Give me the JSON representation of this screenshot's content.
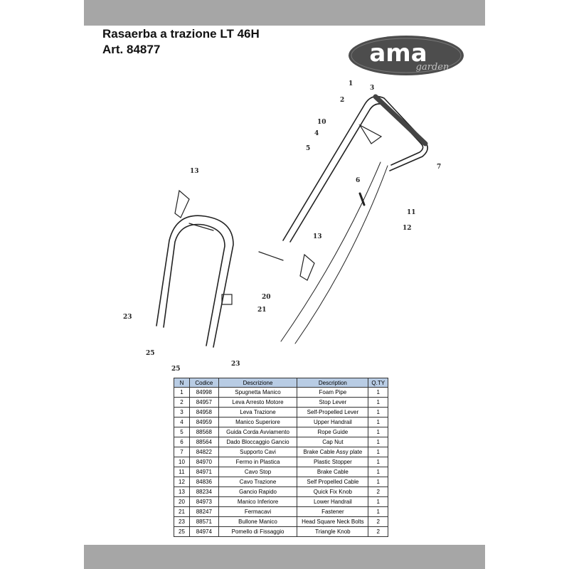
{
  "header": {
    "title_line1": "Rasaerba a trazione LT 46H",
    "title_line2": "Art. 84877"
  },
  "logo": {
    "brand": "ama",
    "sub": "garden",
    "bg_color": "#4d4d4d",
    "text_color": "#ffffff"
  },
  "diagram_labels": [
    "1",
    "2",
    "3",
    "4",
    "5",
    "6",
    "7",
    "10",
    "11",
    "12",
    "13",
    "13",
    "20",
    "21",
    "23",
    "23",
    "25",
    "25"
  ],
  "table": {
    "headers": [
      "N",
      "Codice",
      "Descrizione",
      "Description",
      "Q.TY"
    ],
    "rows": [
      [
        "1",
        "84998",
        "Spugnetta Manico",
        "Foam Pipe",
        "1"
      ],
      [
        "2",
        "84957",
        "Leva Arresto Motore",
        "Stop Lever",
        "1"
      ],
      [
        "3",
        "84958",
        "Leva Trazione",
        "Self-Propelled Lever",
        "1"
      ],
      [
        "4",
        "84959",
        "Manico Superiore",
        "Upper Handrail",
        "1"
      ],
      [
        "5",
        "88568",
        "Guida Corda Avviamento",
        "Rope Guide",
        "1"
      ],
      [
        "6",
        "88564",
        "Dado Bloccaggio Gancio",
        "Cap Nut",
        "1"
      ],
      [
        "7",
        "84822",
        "Supporto Cavi",
        "Brake Cable Assy plate",
        "1"
      ],
      [
        "10",
        "84970",
        "Fermo in Plastica",
        "Plastic Stopper",
        "1"
      ],
      [
        "11",
        "84971",
        "Cavo Stop",
        "Brake Cable",
        "1"
      ],
      [
        "12",
        "84836",
        "Cavo Trazione",
        "Self Propelled Cable",
        "1"
      ],
      [
        "13",
        "88234",
        "Gancio Rapido",
        "Quick Fix Knob",
        "2"
      ],
      [
        "20",
        "84973",
        "Manico Inferiore",
        "Lower Handrail",
        "1"
      ],
      [
        "21",
        "88247",
        "Fermacavi",
        "Fastener",
        "1"
      ],
      [
        "23",
        "88571",
        "Bullone Manico",
        "Head Square Neck Bolts",
        "2"
      ],
      [
        "25",
        "84974",
        "Pomello di Fissaggio",
        "Triangle Knob",
        "2"
      ]
    ]
  }
}
